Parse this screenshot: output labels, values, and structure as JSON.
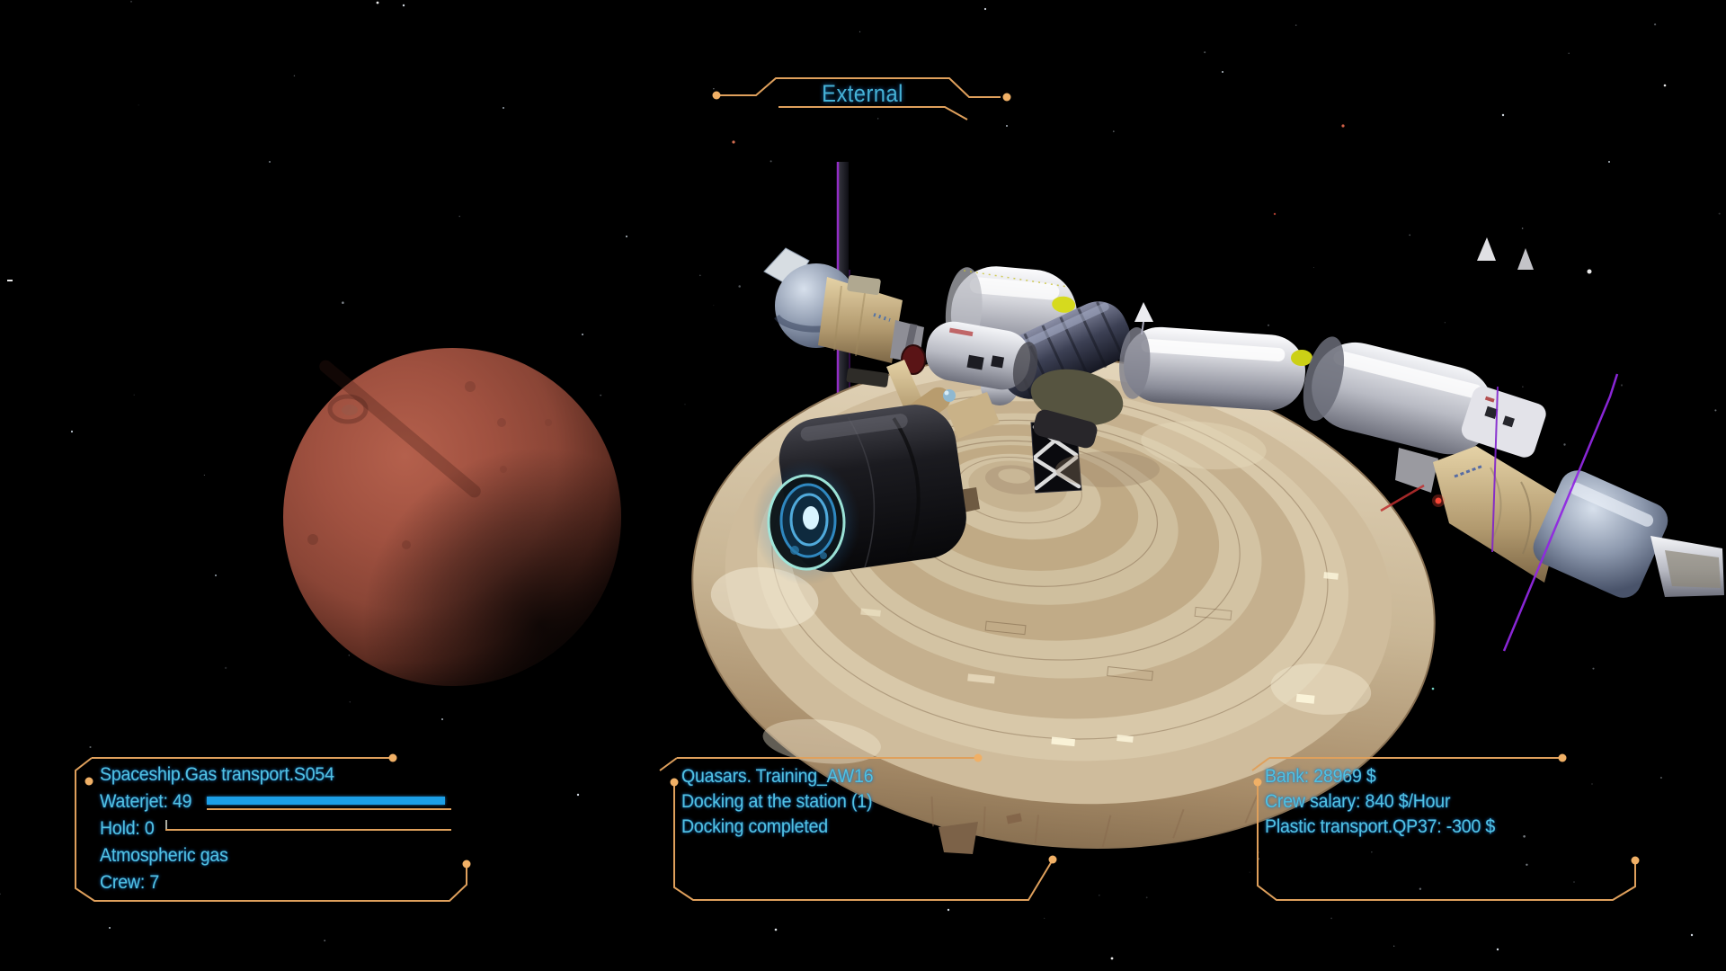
{
  "view": {
    "mode_label": "External"
  },
  "colors": {
    "frame": "#dfa05c",
    "dot": "#f0b066",
    "text": "#52c2e2",
    "title": "#46b2d6",
    "bar": "#1c9fe6"
  },
  "hud": {
    "ship_panel": {
      "title": "Spaceship.Gas transport.S054",
      "waterjet_label": "Waterjet:",
      "waterjet_value": "49",
      "waterjet_pct": 99,
      "hold_label": "Hold:",
      "hold_value": "0",
      "hold_pct": 0,
      "cargo": "Atmospheric gas",
      "crew_label": "Crew:",
      "crew_value": "7"
    },
    "station_panel": {
      "line1": "Quasars. Training_AW16",
      "line2": "Docking at the station (1)",
      "line3": "Docking completed"
    },
    "finance_panel": {
      "line1": "Bank: 28969 $",
      "line2": "Crew salary: 840 $/Hour",
      "line3": "Plastic transport.QP37: -300 $"
    }
  },
  "scene": {
    "objects": [
      "mars-like-planet",
      "space-station-saucer",
      "docked-gas-transport-ship"
    ]
  }
}
